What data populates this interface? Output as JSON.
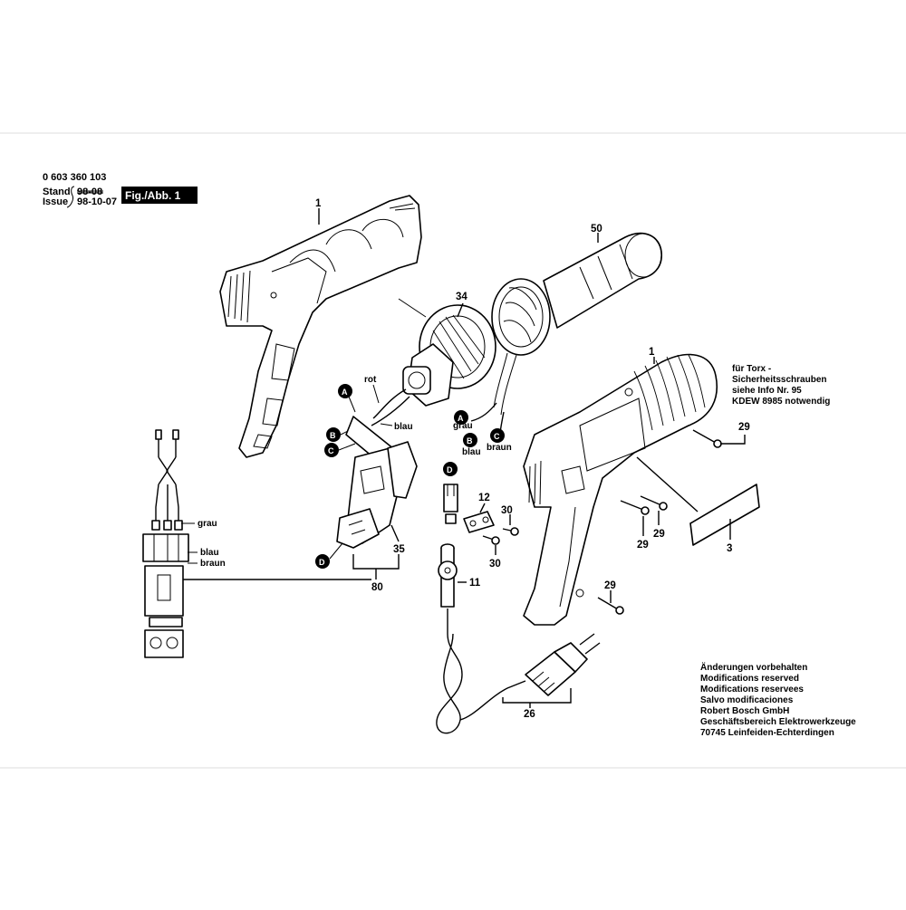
{
  "header": {
    "part_number": "0 603 360 103",
    "stand_label": "Stand",
    "stand_value": "98-08",
    "issue_label": "Issue",
    "issue_value": "98-10-07",
    "figure_label": "Fig./Abb. 1"
  },
  "parts": {
    "p1a": "1",
    "p1b": "1",
    "p3": "3",
    "p11": "11",
    "p12": "12",
    "p26": "26",
    "p29a": "29",
    "p29b": "29",
    "p29c": "29",
    "p29d": "29",
    "p30a": "30",
    "p30b": "30",
    "p34": "34",
    "p35": "35",
    "p50": "50",
    "p80": "80"
  },
  "connectors": {
    "a1": "A",
    "b1": "B",
    "c1": "C",
    "d1": "D",
    "a2": "A",
    "b2": "B",
    "c2": "C",
    "d2": "D"
  },
  "wires": {
    "rot": "rot",
    "blau1": "blau",
    "grau1": "grau",
    "blau2": "blau",
    "braun1": "braun",
    "grau2": "grau",
    "blau3": "blau",
    "braun2": "braun"
  },
  "torx_note": [
    "für Torx -",
    "Sicherheitsschrauben",
    "siehe Info Nr. 95",
    "KDEW 8985 notwendig"
  ],
  "footer_note": [
    "Änderungen vorbehalten",
    "Modifications reserved",
    "Modifications reservees",
    "Salvo modificaciones",
    "Robert Bosch GmbH",
    "Geschäftsbereich Elektrowerkzeuge",
    "70745 Leinfeiden-Echterdingen"
  ]
}
